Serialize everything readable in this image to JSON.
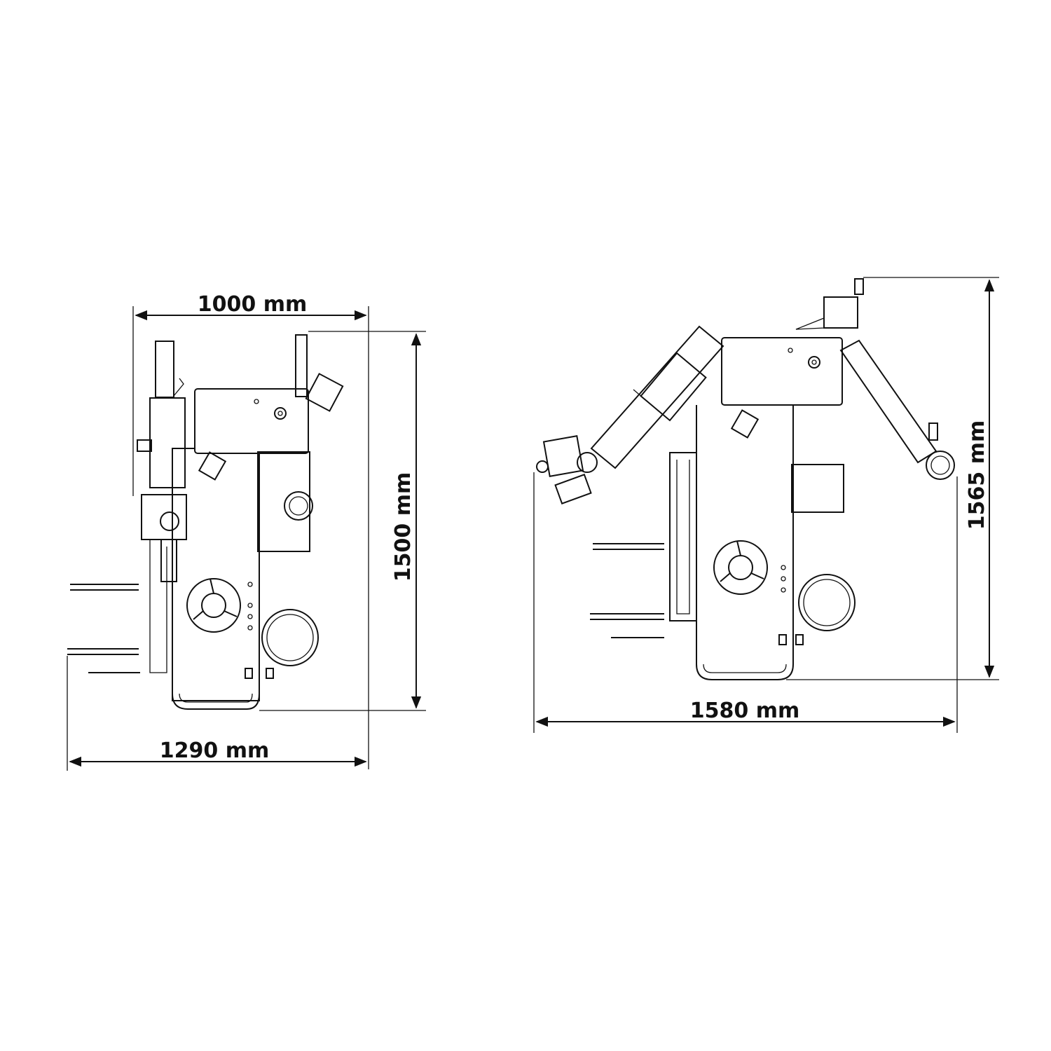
{
  "left_view": {
    "width_top": "1000 mm",
    "height": "1500 mm",
    "width_bottom": "1290 mm"
  },
  "right_view": {
    "height": "1565 mm",
    "width_bottom": "1580 mm"
  },
  "colors": {
    "line": "#111111",
    "background": "#ffffff"
  }
}
